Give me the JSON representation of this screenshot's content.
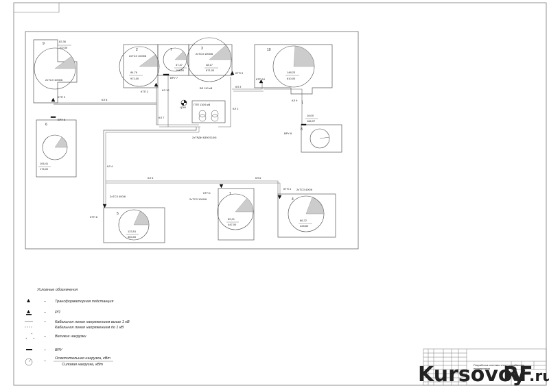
{
  "plan": {
    "cable_labels": [
      "КЛ 8",
      "КЛ 10",
      "КЛ 3",
      "КЛ 9",
      "КЛ 7",
      "КЛ 2",
      "КЛ 4",
      "КЛ 5",
      "КЛ 6"
    ],
    "substation_labels": {
      "ktp9": "КТП 9",
      "ktp2": "КТП 2",
      "ktp3": "КТП 3",
      "ktp10": "КТП 10",
      "ktp8": "КТП 8",
      "ktp1": "КТП 1",
      "ktp4": "КТП 4",
      "vru7": "ВРУ 7",
      "vru6": "ВРУ 6",
      "vru8": "ВРУ 8"
    },
    "gpp": {
      "title": "ГПП 110/6 кВ",
      "transformers": "2хТРДН 6300/110/6",
      "top_label": "ВЛ 110 кВ",
      "cn_label": "ЦЭН"
    },
    "buildings": [
      {
        "id": "9",
        "top_val": "82,36",
        "bottom_val": "102,50",
        "transformer": "2хТСЗ 1000/6"
      },
      {
        "id": "6",
        "top_val": "106,41",
        "bottom_val": "176,00"
      },
      {
        "id": "2",
        "top_val": "84,76",
        "bottom_val": "972,00",
        "transformer": "2хТСЗ 1000/6"
      },
      {
        "id": "7",
        "top_val": "37,47",
        "bottom_val": "106,00"
      },
      {
        "id": "3",
        "top_val": "48,17",
        "bottom_val": "871,00",
        "transformer": "2хТСЗ 1000/6"
      },
      {
        "id": "10",
        "top_val": "148,23",
        "bottom_val": "610,00",
        "transformer": "2хТСЗ 1000/6"
      },
      {
        "id": "8",
        "top_val": "18,00",
        "bottom_val": "186,97"
      },
      {
        "id": "5",
        "top_val": "123,51",
        "bottom_val": "363,00",
        "transformer": "2хТСЗ 400/6"
      },
      {
        "id": "1",
        "top_val": "89,21",
        "bottom_val": "447,00",
        "transformer": "2хТСЗ 1000/6"
      },
      {
        "id": "4",
        "top_val": "86,72",
        "bottom_val": "228,80",
        "transformer": "2хТСЗ 400/6"
      }
    ]
  },
  "legend": {
    "title": "Условные обозначения",
    "items": [
      {
        "dash": "–",
        "text": "Трансформаторная подстанция"
      },
      {
        "dash": "–",
        "text": "РП"
      },
      {
        "dash": "–",
        "text": "Кабельная линия напряжением выше 1 кВ"
      },
      {
        "dash": "",
        "text": "Кабельная линия напряжением до 1 кВ"
      },
      {
        "dash": "–",
        "text": "Великие нагрузки"
      },
      {
        "dash": "–",
        "text": "ВРУ"
      },
      {
        "dash": "–",
        "text": "Осветительная нагрузка, кВт"
      },
      {
        "dash": "",
        "text": "Силовая нагрузка, кВт"
      }
    ]
  },
  "title_block": {
    "line1": "Разработка системы электроснабжения",
    "line2": "предприятия"
  },
  "watermark": {
    "part1": "Kursovoy",
    "part2": "RF",
    "part3": ".ru",
    "color1": "#1f3f8f",
    "color2": "#d6262b"
  }
}
